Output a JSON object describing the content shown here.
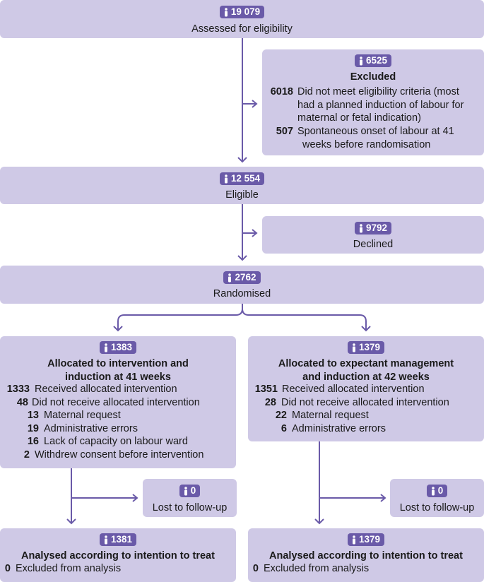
{
  "assessed": {
    "count": "19 079",
    "label": "Assessed for eligibility"
  },
  "excluded": {
    "count": "6525",
    "title": "Excluded",
    "items": [
      {
        "n": "6018",
        "lines": [
          "Did not meet eligibility criteria (most",
          "had a planned induction of labour for",
          "maternal or fetal indication)"
        ]
      },
      {
        "n": "507",
        "lines": [
          "Spontaneous onset of labour at 41",
          "weeks before randomisation"
        ]
      }
    ]
  },
  "eligible": {
    "count": "12 554",
    "label": "Eligible"
  },
  "declined": {
    "count": "9792",
    "label": "Declined"
  },
  "randomised": {
    "count": "2762",
    "label": "Randomised"
  },
  "intervention": {
    "count": "1383",
    "title_lines": [
      "Allocated to intervention and",
      "induction at 41 weeks"
    ],
    "items": [
      {
        "n": "1333",
        "text": "Received allocated intervention"
      },
      {
        "n": "48",
        "text": "Did not receive allocated intervention"
      },
      {
        "n": "13",
        "text": "Maternal request"
      },
      {
        "n": "19",
        "text": "Administrative errors"
      },
      {
        "n": "16",
        "text": "Lack of capacity on labour ward"
      },
      {
        "n": "2",
        "text": "Withdrew consent before intervention"
      }
    ]
  },
  "expectant": {
    "count": "1379",
    "title_lines": [
      "Allocated to expectant management",
      "and induction at 42 weeks"
    ],
    "items": [
      {
        "n": "1351",
        "text": "Received allocated intervention"
      },
      {
        "n": "28",
        "text": "Did not receive allocated intervention"
      },
      {
        "n": "22",
        "text": "Maternal request"
      },
      {
        "n": "6",
        "text": "Administrative errors"
      }
    ]
  },
  "lost_left": {
    "count": "0",
    "label": "Lost to follow-up"
  },
  "lost_right": {
    "count": "0",
    "label": "Lost to follow-up"
  },
  "analysed_left": {
    "count": "1381",
    "title": "Analysed according to intention to treat",
    "n": "0",
    "text": "Excluded from analysis"
  },
  "analysed_right": {
    "count": "1379",
    "title": "Analysed according to intention to treat",
    "n": "0",
    "text": "Excluded from analysis"
  },
  "colors": {
    "box": "#cfc9e6",
    "badge": "#6a5aa8",
    "line": "#6a5aa8"
  },
  "icon": "person-icon"
}
